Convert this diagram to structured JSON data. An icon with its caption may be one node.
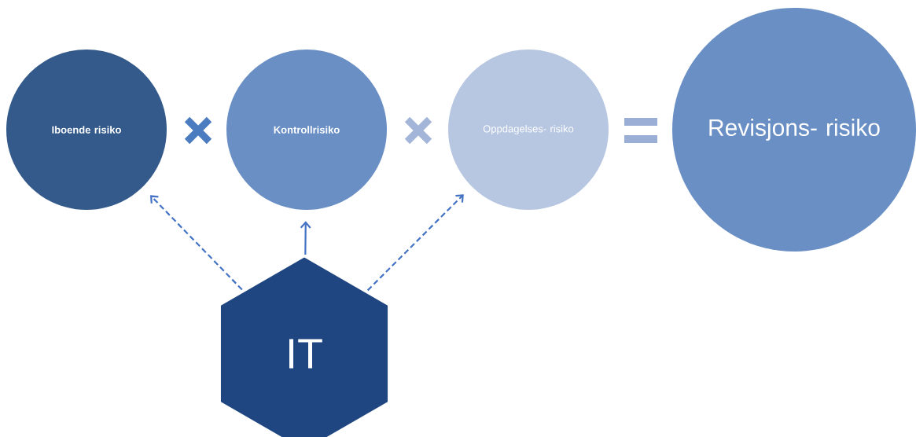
{
  "diagram": {
    "nodes": [
      {
        "text": [
          "Iboende risiko"
        ]
      },
      {
        "text": [
          "Kontrollrisiko"
        ]
      },
      {
        "text": [
          "Oppdagelses- risiko"
        ]
      },
      {
        "text": [
          "Revisjons- risiko"
        ]
      },
      {
        "text": [
          "IT"
        ]
      }
    ],
    "edges": [
      {
        "from": 4,
        "to": 0,
        "arrow": "to",
        "style": "dashed"
      },
      {
        "from": 4,
        "to": 1,
        "arrow": "to"
      },
      {
        "from": 4,
        "to": 2,
        "arrow": "to",
        "style": "dashed"
      }
    ]
  }
}
